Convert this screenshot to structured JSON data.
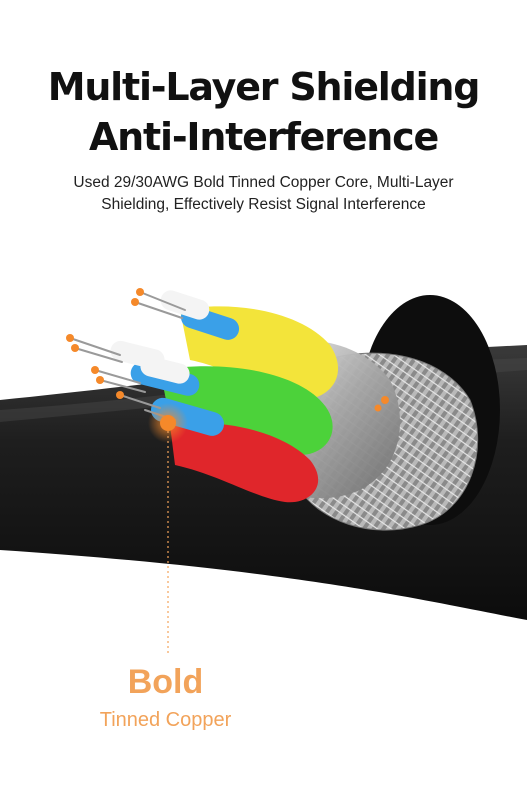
{
  "headline": {
    "line1": "Multi-Layer Shielding",
    "line2": "Anti-Interference"
  },
  "subtitle": {
    "line1": "Used 29/30AWG Bold Tinned Copper Core, Multi-Layer",
    "line2": "Shielding, Effectively Resist Signal Interference"
  },
  "callout": {
    "main": "Bold",
    "sub": "Tinned Copper"
  },
  "colors": {
    "accent": "#f2a35a",
    "accent_dot": "#f5892a",
    "wire_yellow": "#f3e43a",
    "wire_green": "#4cd23a",
    "wire_blue": "#3aa0e8",
    "wire_red": "#e0262b",
    "jacket": "#1a1a1a"
  },
  "icons": [
    "cable-illustration",
    "copper-strand-icon"
  ]
}
